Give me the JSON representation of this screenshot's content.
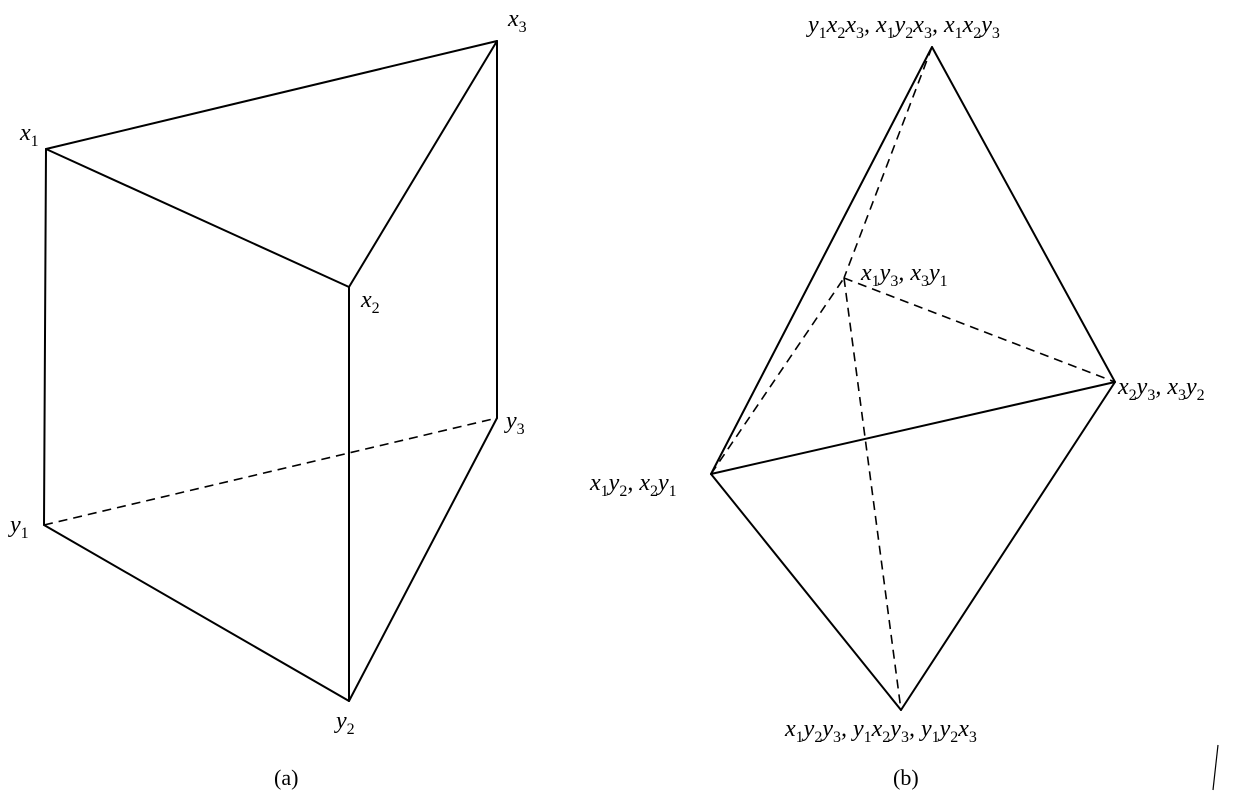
{
  "panel_a": {
    "caption": "(a)",
    "vertices": {
      "x1": {
        "base": "x",
        "sub": "1"
      },
      "x2": {
        "base": "x",
        "sub": "2"
      },
      "x3": {
        "base": "x",
        "sub": "3"
      },
      "y1": {
        "base": "y",
        "sub": "1"
      },
      "y2": {
        "base": "y",
        "sub": "2"
      },
      "y3": {
        "base": "y",
        "sub": "3"
      }
    }
  },
  "panel_b": {
    "caption": "(b)",
    "labels": {
      "top": "y1x2x3, x1y2x3, x1x2y3",
      "middle": "x1y3, x3y1",
      "right": "x2y3, x3y2",
      "left": "x1y2, x2y1",
      "bottom": "x1y2y3, y1x2y3, y1y2x3"
    }
  }
}
